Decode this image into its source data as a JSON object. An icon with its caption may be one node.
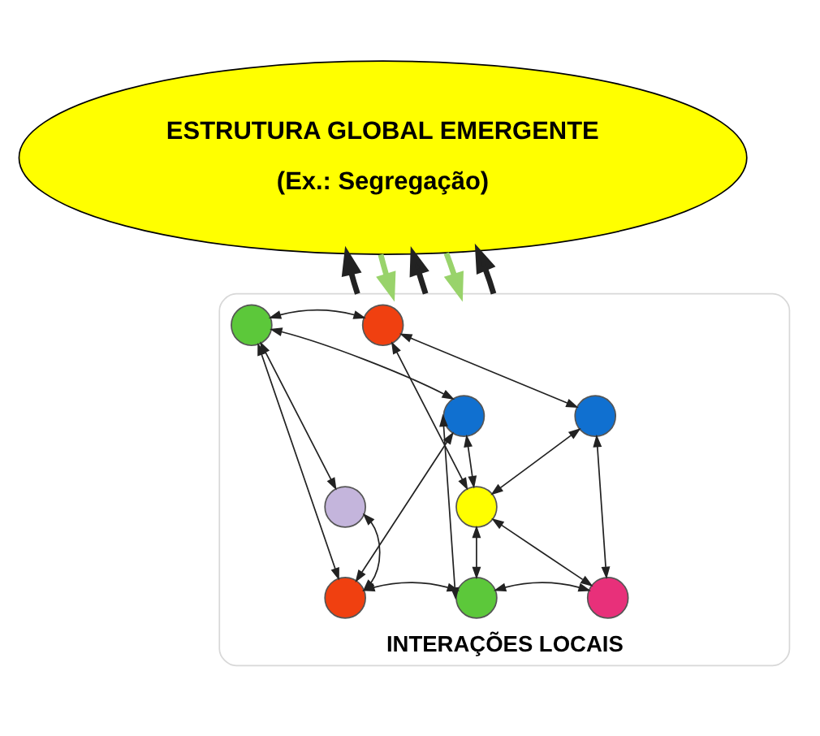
{
  "diagram": {
    "nodes": [
      {
        "text": [
          "ESTRUTURA GLOBAL EMERGENTE",
          "(Ex.: Segregação)"
        ]
      },
      {
        "text": [
          "INTERAÇÕES LOCAIS"
        ]
      },
      {
        "text": [],
        "shape": "circle",
        "in": 1
      },
      {
        "text": [],
        "shape": "circle",
        "in": 1
      },
      {
        "text": [],
        "shape": "circle",
        "in": 1
      },
      {
        "text": [],
        "shape": "circle",
        "in": 1
      },
      {
        "text": [],
        "shape": "circle",
        "in": 1
      },
      {
        "text": [],
        "shape": "circle",
        "in": 1
      },
      {
        "text": [],
        "shape": "circle",
        "in": 1
      },
      {
        "text": [],
        "shape": "circle",
        "in": 1
      },
      {
        "text": [],
        "shape": "circle",
        "in": 1
      }
    ],
    "edges": [
      {
        "from": 0,
        "to": 1,
        "arrow": "to",
        "style": "thick",
        "color": "#99d36b"
      },
      {
        "from": 0,
        "to": 1,
        "arrow": "to",
        "style": "thick",
        "color": "#99d36b"
      },
      {
        "from": 1,
        "to": 0,
        "arrow": "to",
        "style": "thick"
      },
      {
        "from": 1,
        "to": 0,
        "arrow": "to",
        "style": "thick"
      },
      {
        "from": 1,
        "to": 0,
        "arrow": "to",
        "style": "thick"
      },
      {
        "from": 2,
        "to": 3,
        "arrow": "both"
      },
      {
        "from": 2,
        "to": 8,
        "arrow": "both"
      },
      {
        "from": 3,
        "to": 4,
        "arrow": "both"
      },
      {
        "from": 3,
        "to": 5,
        "arrow": "both"
      },
      {
        "from": 3,
        "to": 8,
        "arrow": "both"
      },
      {
        "from": 4,
        "to": 6,
        "arrow": "both"
      },
      {
        "from": 4,
        "to": 7,
        "arrow": "both"
      },
      {
        "from": 5,
        "to": 8,
        "arrow": "both"
      },
      {
        "from": 5,
        "to": 6,
        "arrow": "both"
      },
      {
        "from": 5,
        "to": 9,
        "arrow": "both"
      },
      {
        "from": 6,
        "to": 9,
        "arrow": "both"
      },
      {
        "from": 6,
        "to": 7,
        "arrow": "both"
      },
      {
        "from": 6,
        "to": 10,
        "arrow": "both"
      },
      {
        "from": 7,
        "to": 10,
        "arrow": "both"
      },
      {
        "from": 8,
        "to": 9,
        "arrow": "both"
      },
      {
        "from": 9,
        "to": 10,
        "arrow": "both"
      }
    ]
  }
}
